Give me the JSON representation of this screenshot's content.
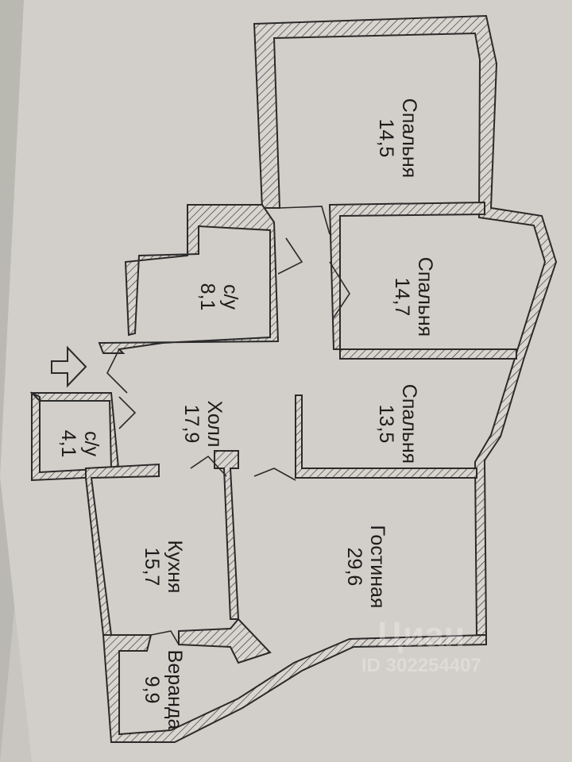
{
  "rooms": [
    {
      "name": "Спальня",
      "area": "14,5"
    },
    {
      "name": "Спальня",
      "area": "14,7"
    },
    {
      "name": "Спальня",
      "area": "13,5"
    },
    {
      "name": "Гостиная",
      "area": "29,6"
    },
    {
      "name": "с/у",
      "area": "8,1"
    },
    {
      "name": "Холл",
      "area": "17,9"
    },
    {
      "name": "с/у",
      "area": "4,1"
    },
    {
      "name": "Кухня",
      "area": "15,7"
    },
    {
      "name": "Веранда",
      "area": "9,9"
    }
  ],
  "watermark": {
    "logo": "Циан",
    "id": "ID 302254407"
  },
  "colors": {
    "paper": "#d4d0cb",
    "wall_line": "#2a2a2a",
    "edge": "#6f8a7a"
  }
}
